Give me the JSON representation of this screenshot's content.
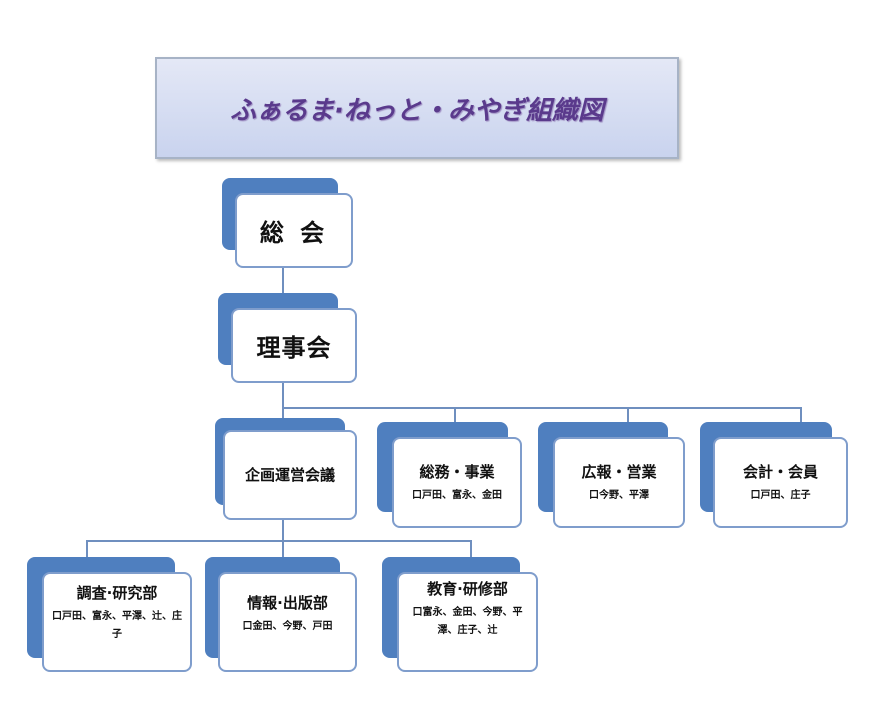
{
  "title": "ふぁるま·ねっと・みやぎ組織図",
  "general_meeting": "総 会",
  "board": "理事会",
  "departments": [
    {
      "name": "企画運営会議",
      "members": ""
    },
    {
      "name": "総務・事業",
      "members": "口戸田、富永、金田"
    },
    {
      "name": "広報・営業",
      "members": "口今野、平澤"
    },
    {
      "name": "会計・会員",
      "members": "口戸田、庄子"
    }
  ],
  "sub_departments": [
    {
      "name": "調査·研究部",
      "members": "口戸田、富永、平澤、辻、庄子"
    },
    {
      "name": "情報·出版部",
      "members": "口金田、今野、戸田"
    },
    {
      "name": "教育·研修部",
      "members": "口富永、金田、今野、平澤、庄子、辻"
    }
  ]
}
